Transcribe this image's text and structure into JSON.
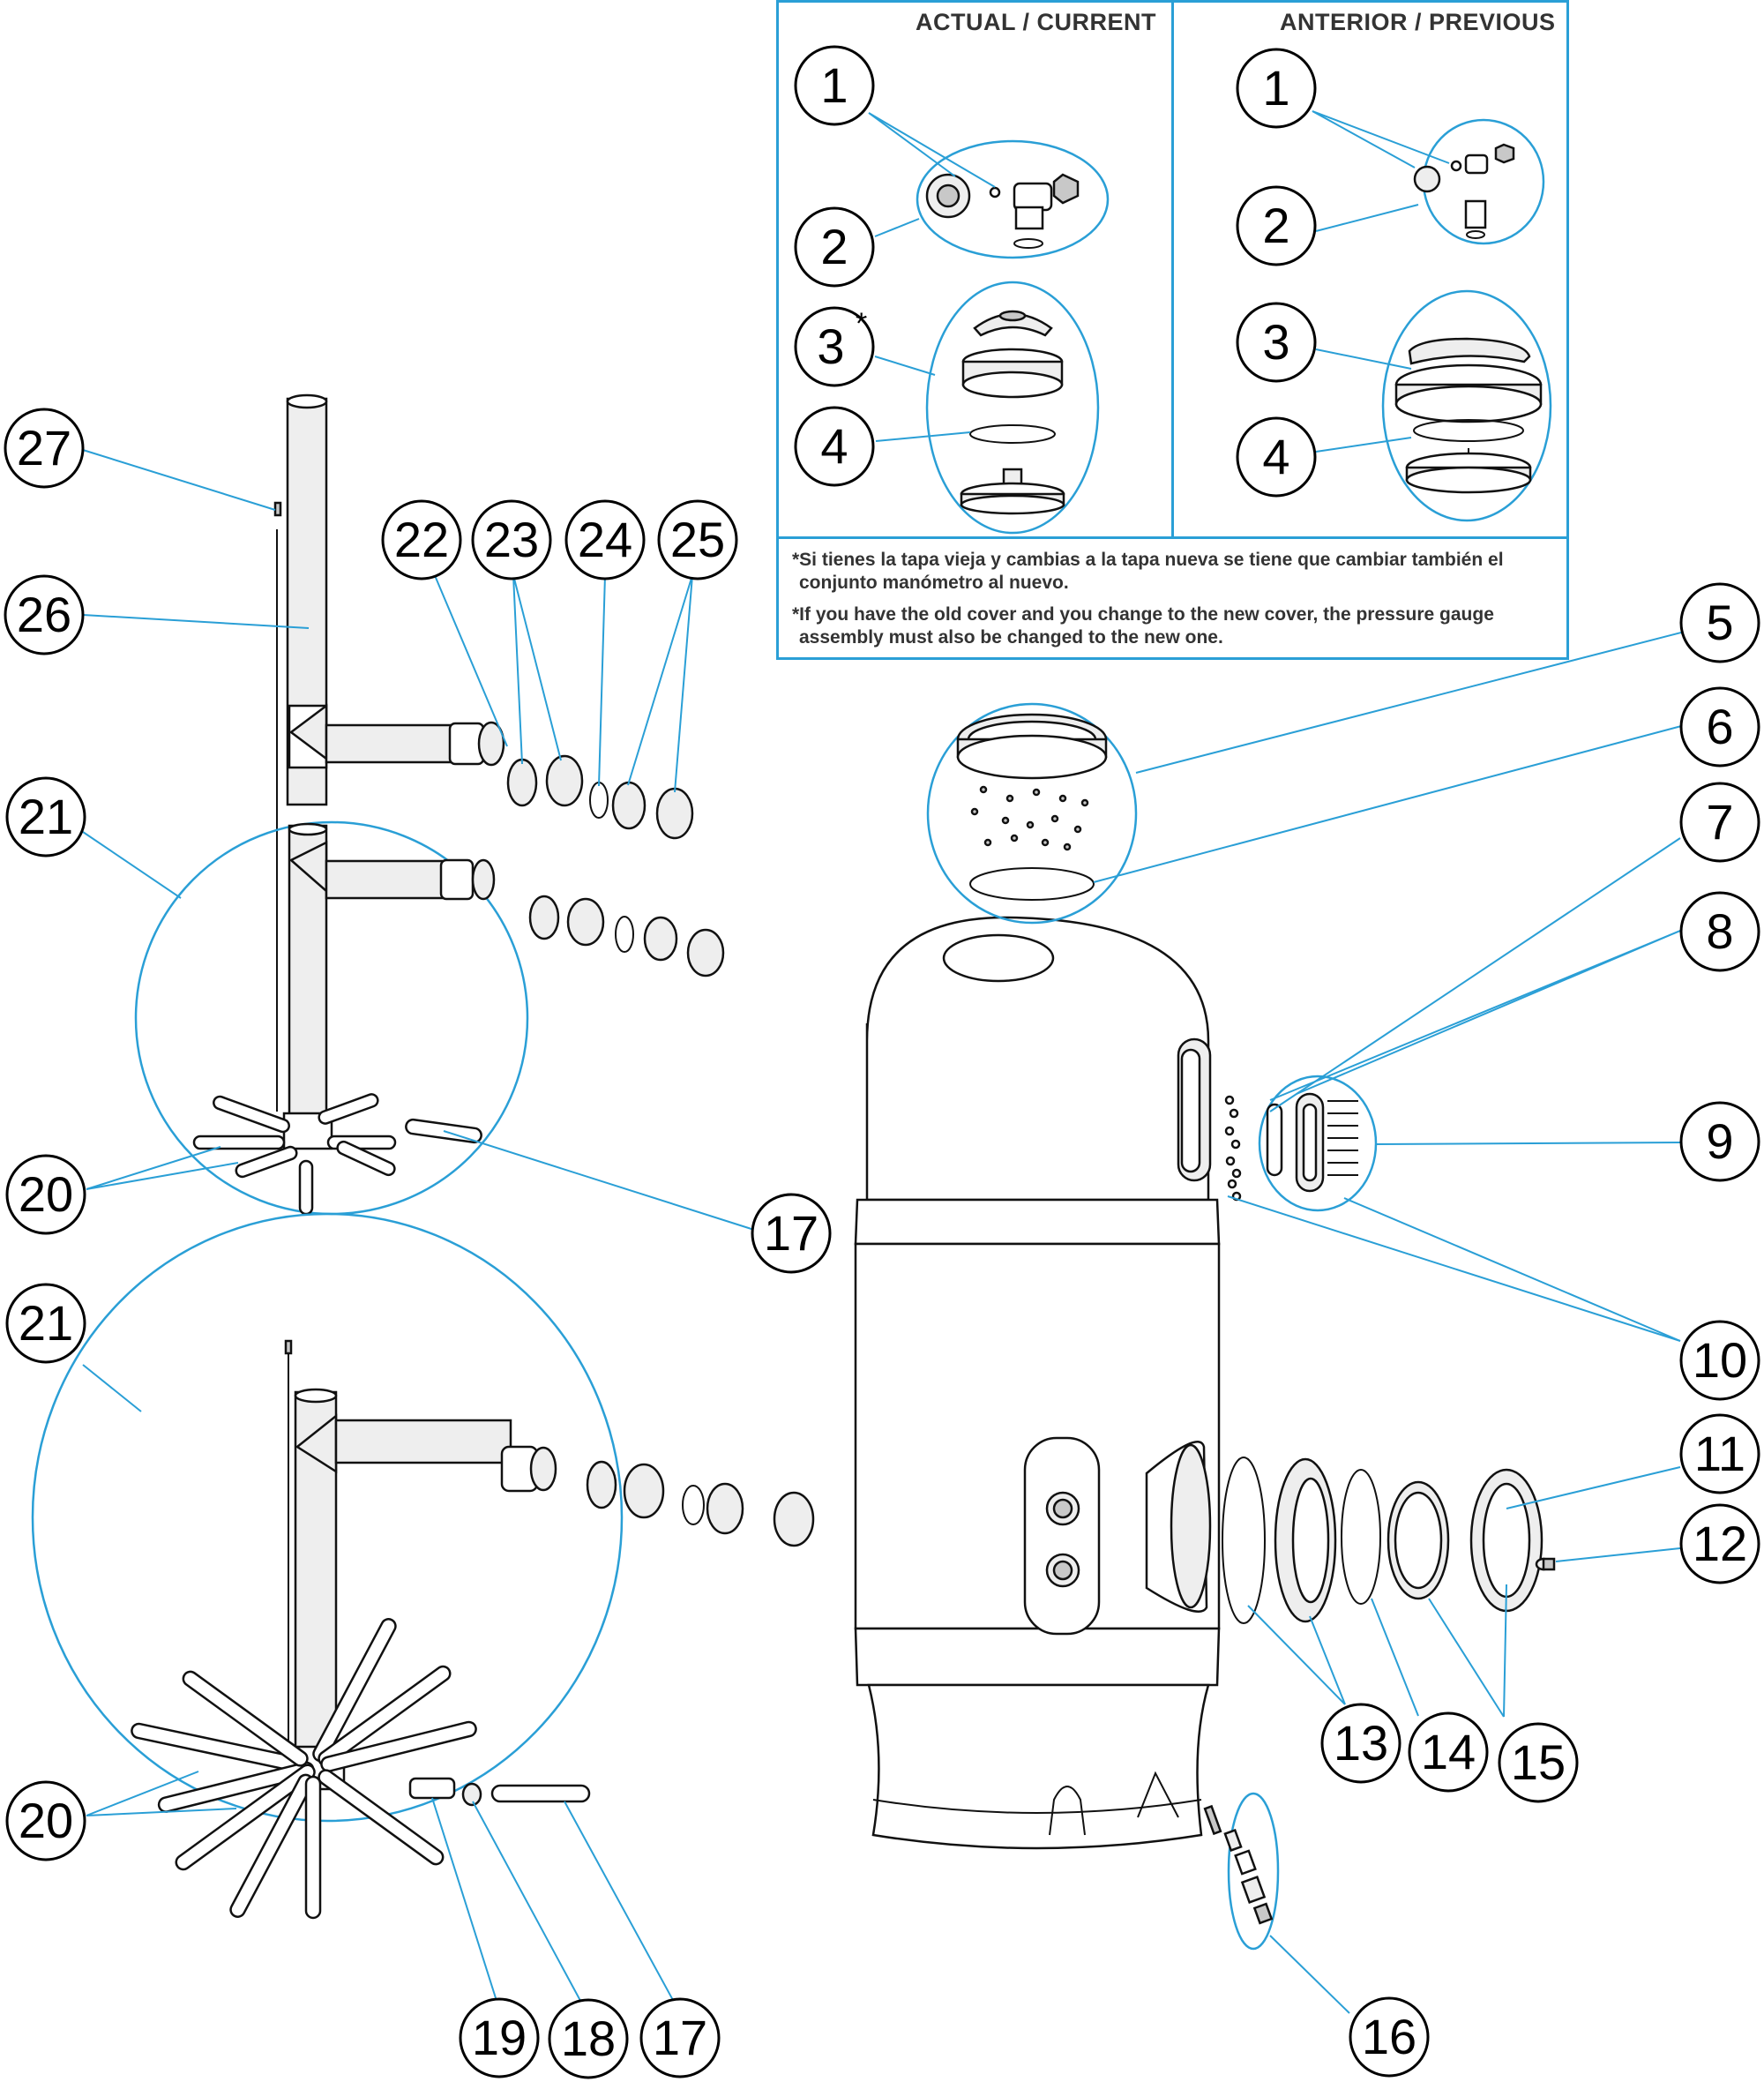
{
  "inset": {
    "current_header": "ACTUAL / CURRENT",
    "previous_header": "ANTERIOR / PREVIOUS",
    "note_es_line1": "*Si tienes la tapa vieja y cambias a la tapa nueva se tiene que cambiar también el",
    "note_es_line2": "conjunto manómetro al nuevo.",
    "note_en_line1": "*If you have the old cover and you change to the new cover, the pressure gauge",
    "note_en_line2": "assembly must also be changed to the new one.",
    "current_callouts": [
      "1",
      "2",
      "3",
      "4"
    ],
    "current_asterisk": "*",
    "previous_callouts": [
      "1",
      "2",
      "3",
      "4"
    ]
  },
  "callouts": {
    "c5": "5",
    "c6": "6",
    "c7": "7",
    "c8": "8",
    "c9": "9",
    "c10": "10",
    "c11": "11",
    "c12": "12",
    "c13": "13",
    "c14": "14",
    "c15": "15",
    "c16": "16",
    "c17a": "17",
    "c17b": "17",
    "c18": "18",
    "c19": "19",
    "c20a": "20",
    "c20b": "20",
    "c21a": "21",
    "c21b": "21",
    "c22": "22",
    "c23": "23",
    "c24": "24",
    "c25": "25",
    "c26": "26",
    "c27": "27"
  },
  "colors": {
    "leader": "#2a9fd6",
    "outline": "#111111"
  }
}
